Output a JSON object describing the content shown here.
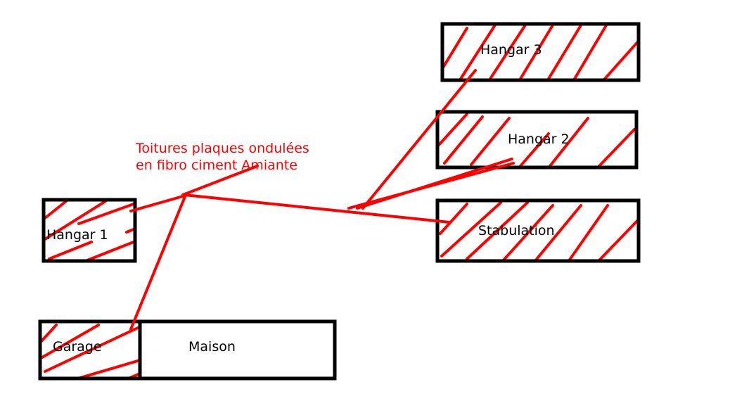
{
  "colors": {
    "asbestos": "#ff0000",
    "outline": "#000000",
    "background": "#ffffff"
  },
  "annotation": {
    "line1": "Toitures plaques ondulées",
    "line2": "en fibro ciment Amiante"
  },
  "buildings": {
    "hangar3": "Hangar 3",
    "hangar2": "Hangar 2",
    "stabulation": "Stabulation",
    "hangar1": "Hangar 1",
    "garage": "Garage",
    "maison": "Maison"
  },
  "legend_meaning": {
    "hatched_red": "asbestos roof"
  }
}
